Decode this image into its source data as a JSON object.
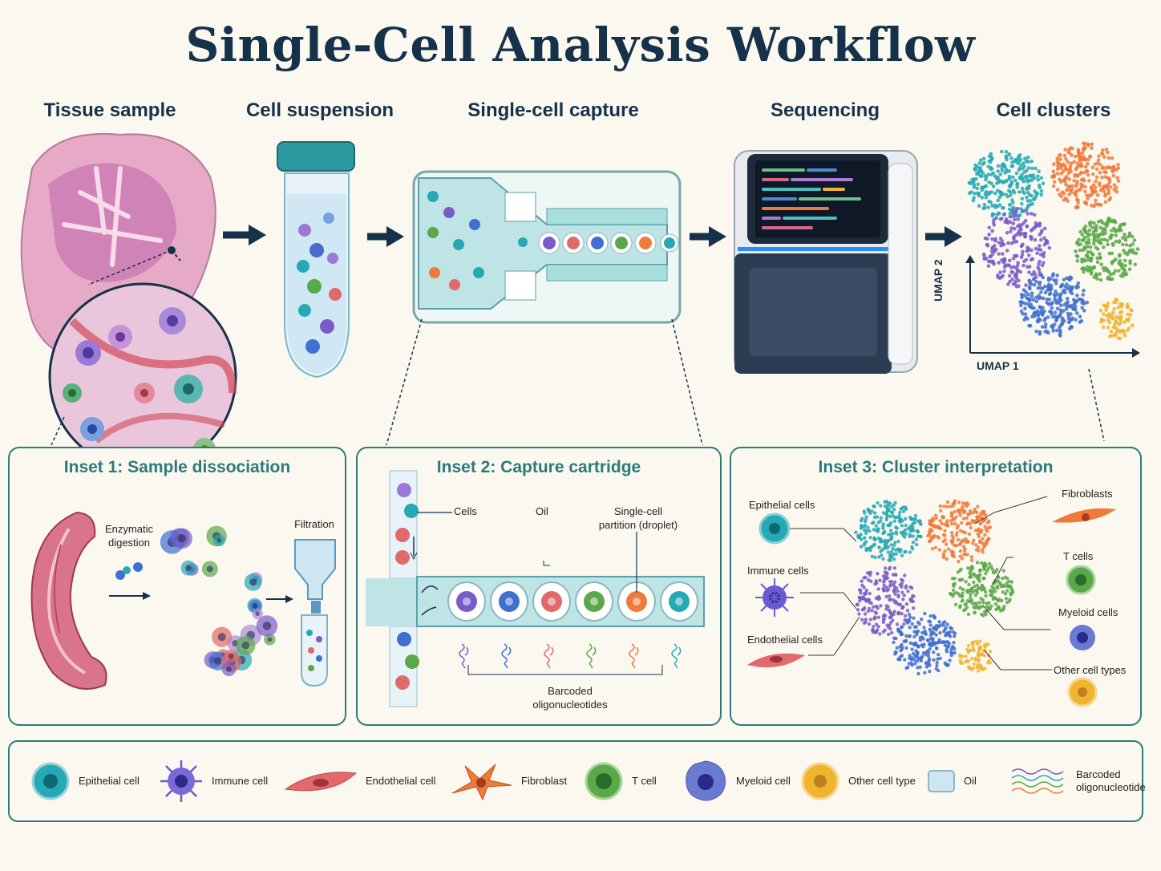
{
  "title": "Single-Cell Analysis Workflow",
  "steps": {
    "tissue": "Tissue sample",
    "suspension": "Cell suspension",
    "capture": "Single-cell capture",
    "sequencing": "Sequencing",
    "clusters": "Cell clusters"
  },
  "umap": {
    "x": "UMAP 1",
    "y": "UMAP 2"
  },
  "inset1": {
    "title": "Inset 1: Sample dissociation",
    "digestion": "Enzymatic digestion",
    "filtration": "Filtration"
  },
  "inset2": {
    "title": "Inset 2: Capture cartridge",
    "cells": "Cells",
    "oil": "Oil",
    "partition": "Single-cell partition (droplet)",
    "barcodes": "Barcoded oligonucleotides"
  },
  "inset3": {
    "title": "Inset 3: Cluster interpretation",
    "epithelial": "Epithelial cells",
    "immune": "Immune cells",
    "endothelial": "Endothelial cells",
    "fibroblasts": "Fibroblasts",
    "tcells": "T cells",
    "myeloid": "Myeloid cells",
    "other": "Other cell types"
  },
  "legend": {
    "epithelial": "Epithelial cell",
    "immune": "Immune cell",
    "endothelial": "Endothelial cell",
    "fibroblast": "Fibroblast",
    "tcell": "T cell",
    "myeloid": "Myeloid cell",
    "other": "Other cell type",
    "oil": "Oil",
    "barcoded": "Barcoded oligonucleotide"
  },
  "colors": {
    "epithelial": "#26a9b5",
    "immune": "#7a5cc8",
    "endothelial": "#e06a6a",
    "fibroblast": "#f07a3a",
    "tcell": "#5aa84a",
    "myeloid": "#3f6fd0",
    "other": "#f0b430",
    "navy": "#16324a",
    "teal": "#2b7a7c"
  },
  "icons": [
    "arrow-right-icon",
    "tube-icon",
    "cartridge-icon",
    "sequencer-icon",
    "umap-plot-icon",
    "filter-icon"
  ]
}
